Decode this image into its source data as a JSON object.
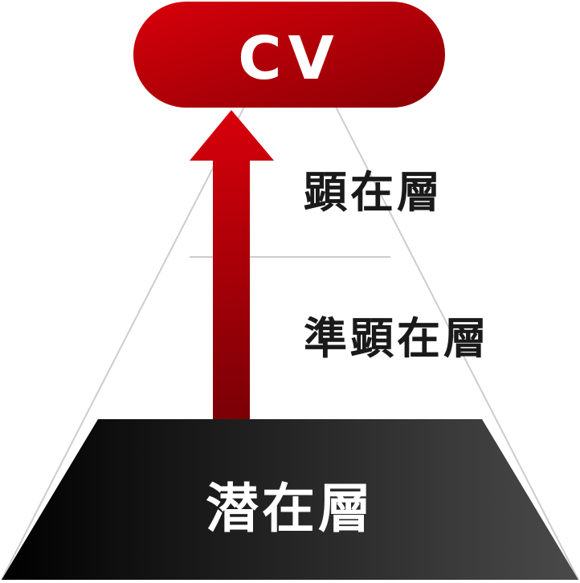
{
  "pyramid": {
    "top_label": "CV",
    "levels": [
      {
        "label": "顕在層"
      },
      {
        "label": "準顕在層"
      },
      {
        "label": "潜在層"
      }
    ]
  },
  "colors": {
    "cv_gradient_start": "#d8000a",
    "cv_gradient_end": "#8a0006",
    "base_gradient_start": "#000000",
    "base_gradient_end": "#4a4a4a",
    "outline": "#cccccc",
    "arrow_start": "#d8000a",
    "arrow_end": "#7a0006"
  }
}
